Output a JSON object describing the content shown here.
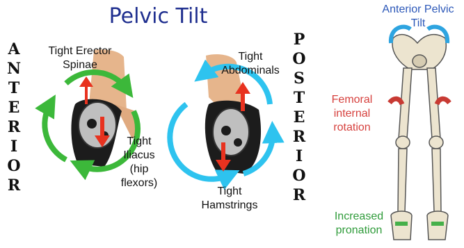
{
  "title": "Pelvic Tilt",
  "anterior_letters": [
    "A",
    "N",
    "T",
    "E",
    "R",
    "I",
    "O",
    "R"
  ],
  "posterior_letters": [
    "P",
    "O",
    "S",
    "T",
    "E",
    "R",
    "I",
    "O",
    "R"
  ],
  "labels": {
    "tight_erector_1": "Tight Erector",
    "tight_erector_2": "Spinae",
    "tight_iliacus_1": "Tight",
    "tight_iliacus_2": "Iliacus",
    "tight_iliacus_3": "(hip",
    "tight_iliacus_4": "flexors)",
    "tight_abdominals_1": "Tight",
    "tight_abdominals_2": "Abdominals",
    "tight_hamstrings_1": "Tight",
    "tight_hamstrings_2": "Hamstrings",
    "anterior_pelvic_1": "Anterior Pelvic",
    "anterior_pelvic_2": "Tilt",
    "femoral_1": "Femoral",
    "femoral_2": "internal",
    "femoral_3": "rotation",
    "increased_1": "Increased",
    "increased_2": "pronation"
  },
  "colors": {
    "title": "#1f2f8f",
    "green_arrow": "#3cb83a",
    "blue_arrow": "#2ec3ef",
    "red_arrow": "#e8321f",
    "femoral_text": "#d6403d",
    "anterior_text": "#2b57b8",
    "pronation_text": "#2f9b3a"
  }
}
